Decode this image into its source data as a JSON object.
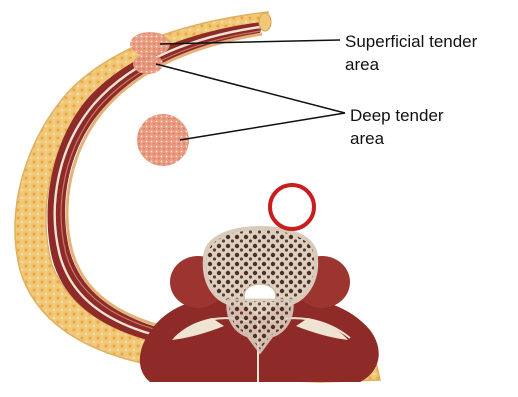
{
  "labels": {
    "superficial": [
      "Superficial tender",
      "area"
    ],
    "deep": [
      "Deep tender",
      "area"
    ]
  },
  "colors": {
    "background": "#ffffff",
    "fat": "#f0c878",
    "fat_dots": "#e9a94a",
    "skin": "#fbeed8",
    "muscle": "#8e2a28",
    "muscle_light": "#a8403a",
    "fascia": "#efe3d2",
    "bone_outer": "#d8cbbb",
    "bone_spongy": "#4a3026",
    "tender_spot": "#e99a80",
    "tender_dot": "#fbe4da",
    "marker_circle": "#c81e1e",
    "leader_line": "#111111"
  },
  "icons": [
    "tender-spot-icon",
    "marker-circle-icon"
  ]
}
